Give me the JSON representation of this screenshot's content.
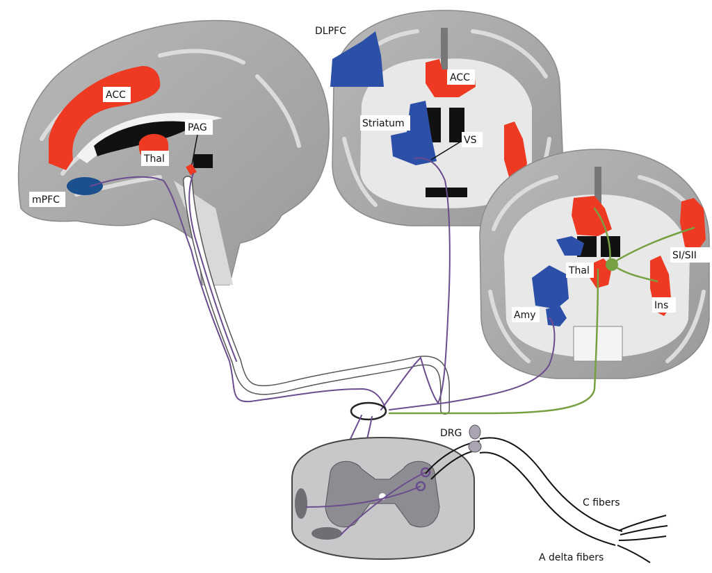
{
  "colors": {
    "activation": "#ee3a22",
    "deactivation": "#2c4fa8",
    "mpfc": "#1b4f8e",
    "pathway_purple": "#6b4c8e",
    "pathway_green": "#77a043",
    "brain_gray": "#a7a7a7",
    "brain_light": "#e6e6e6",
    "cord_gray": "#c8c8cb",
    "cord_dark": "#8c8c92"
  },
  "labels": {
    "sag_acc": "ACC",
    "sag_thal": "Thal",
    "sag_pag": "PAG",
    "sag_mpfc": "mPFC",
    "cor1_dlpfc": "DLPFC",
    "cor1_acc": "ACC",
    "cor1_striatum": "Striatum",
    "cor1_vs": "VS",
    "cor2_thal": "Thal",
    "cor2_sisii": "SI/SII",
    "cor2_ins": "Ins",
    "cor2_amy": "Amy",
    "drg": "DRG",
    "c_fibers": "C fibers",
    "a_delta": "A delta fibers"
  },
  "icons": {
    "cord": "spinal-cord-cross-section",
    "ganglion": "dorsal-root-ganglion"
  }
}
